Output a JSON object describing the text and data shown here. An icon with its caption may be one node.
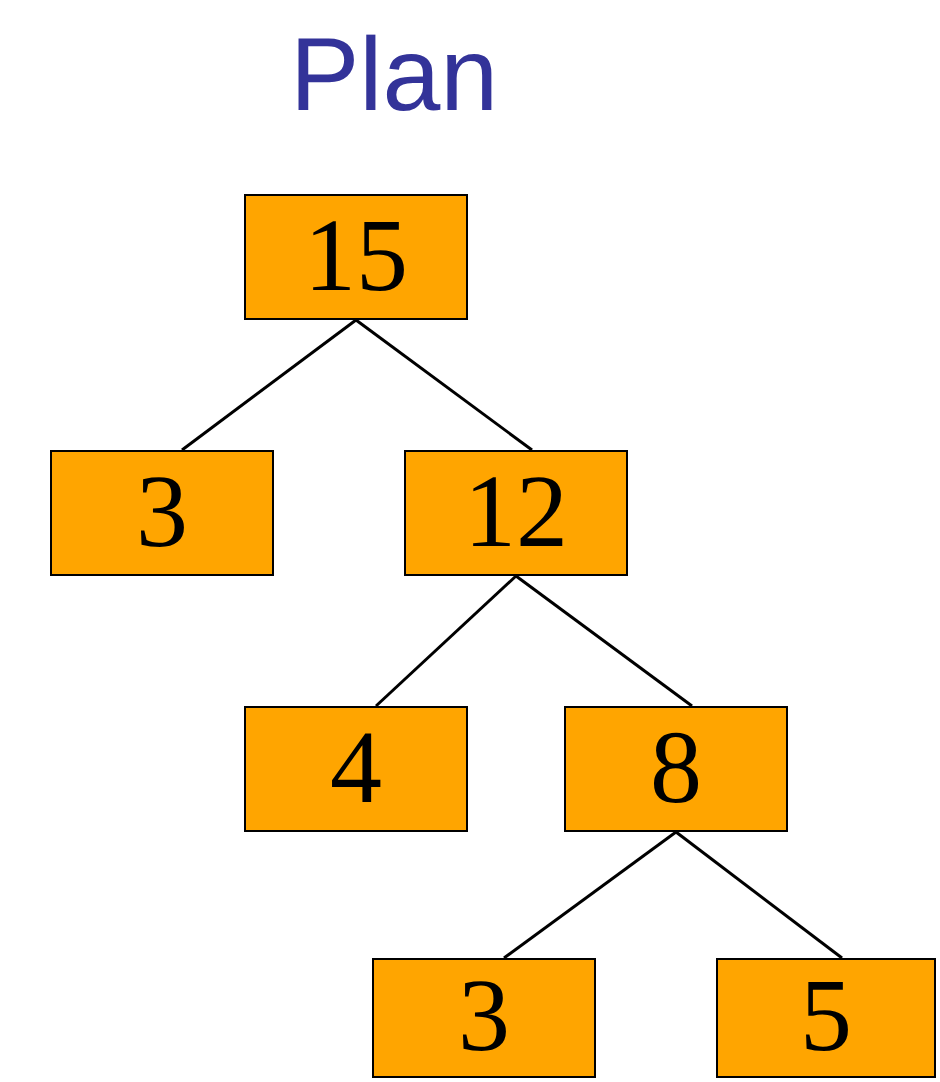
{
  "diagram": {
    "title": "Plan",
    "nodes": [
      {
        "text": [
          "15"
        ]
      },
      {
        "text": [
          "3"
        ]
      },
      {
        "text": [
          "12"
        ]
      },
      {
        "text": [
          "4"
        ]
      },
      {
        "text": [
          "8"
        ]
      },
      {
        "text": [
          "3"
        ]
      },
      {
        "text": [
          "5"
        ]
      }
    ],
    "edges": [
      {
        "from": 0,
        "to": 1,
        "arrow": "none"
      },
      {
        "from": 0,
        "to": 2,
        "arrow": "none"
      },
      {
        "from": 2,
        "to": 3,
        "arrow": "none"
      },
      {
        "from": 2,
        "to": 4,
        "arrow": "none"
      },
      {
        "from": 4,
        "to": 5,
        "arrow": "none"
      },
      {
        "from": 4,
        "to": 6,
        "arrow": "none"
      }
    ]
  }
}
